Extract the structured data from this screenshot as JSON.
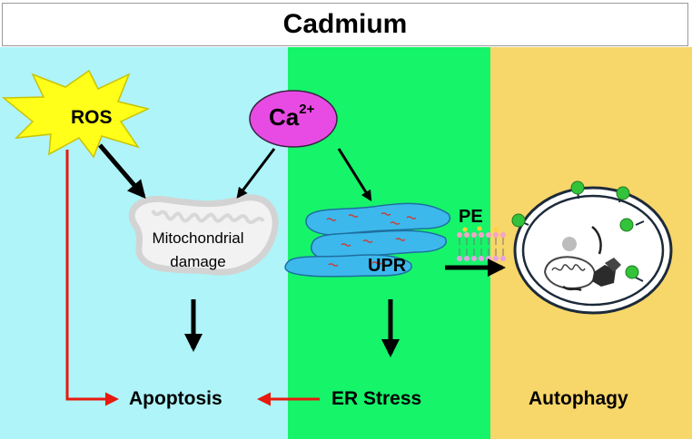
{
  "title": "Cadmium",
  "labels": {
    "ros": "ROS",
    "ca_base": "Ca",
    "ca_charge": "2+",
    "mitochondrial_line1": "Mitochondrial",
    "mitochondrial_line2": "damage",
    "upr": "UPR",
    "pe": "PE",
    "apoptosis": "Apoptosis",
    "er_stress": "ER Stress",
    "autophagy": "Autophagy"
  },
  "colors": {
    "panel_left": "#aef4f8",
    "panel_middle": "#16f46a",
    "panel_right": "#f7d66a",
    "ros_burst": "#ffff1a",
    "ca_ellipse": "#e84be4",
    "er_membrane": "#3db8ec",
    "arrow_black": "#000000",
    "arrow_red": "#e8190e",
    "lc3_dot": "#33c33a"
  }
}
